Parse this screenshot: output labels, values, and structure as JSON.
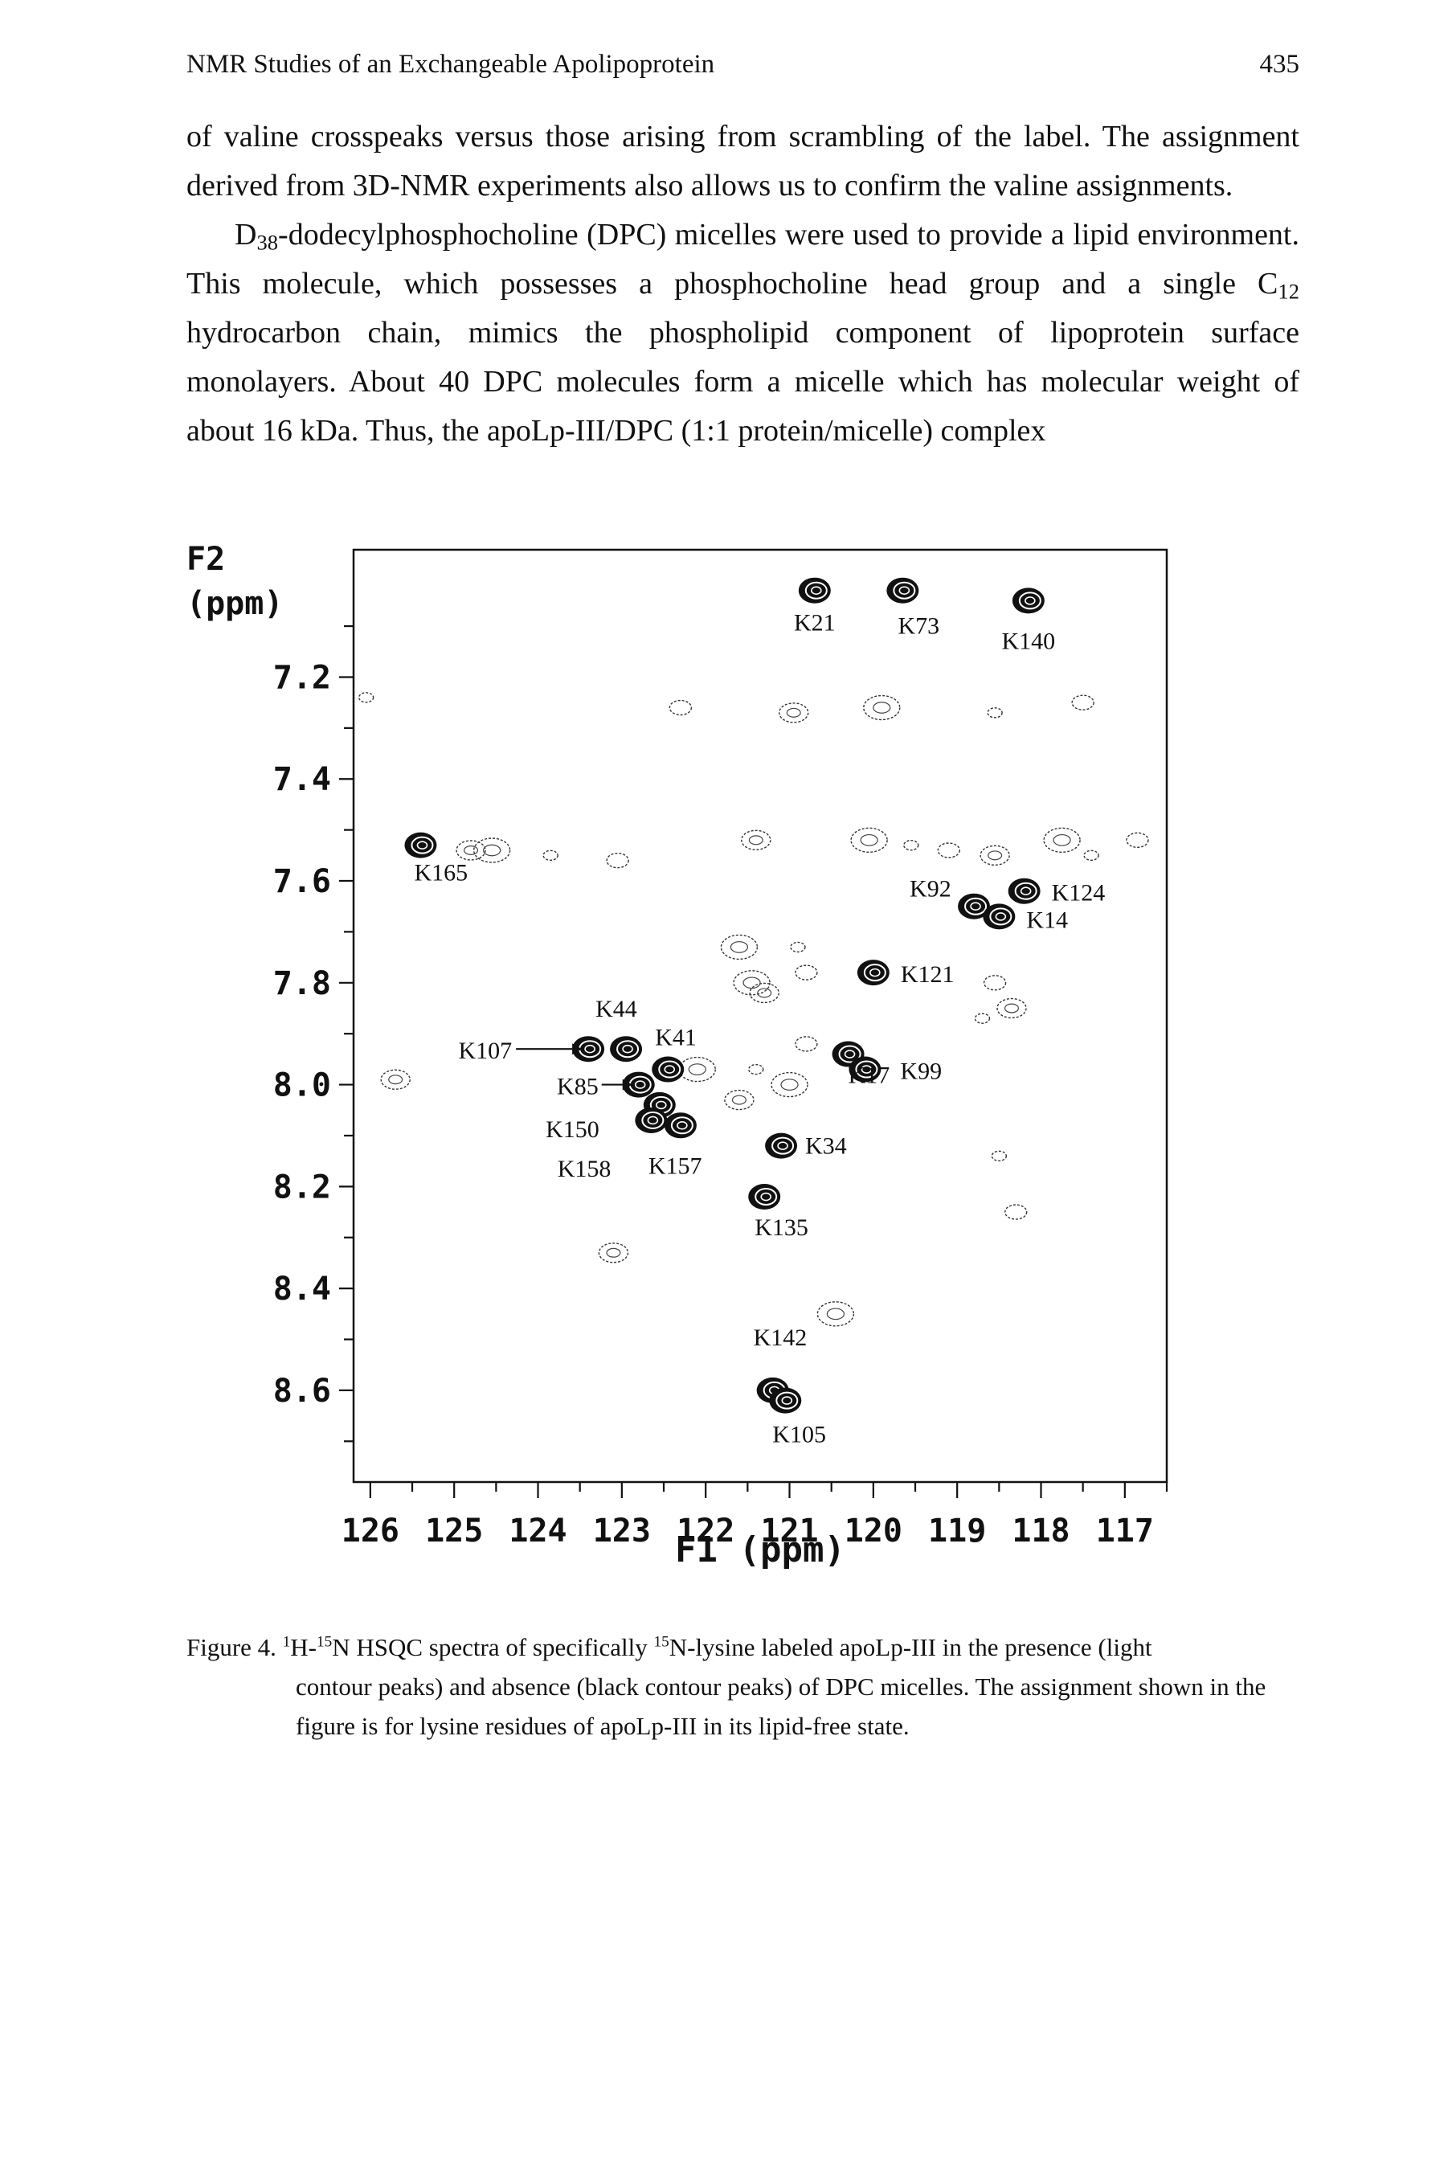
{
  "running_head": {
    "title": "NMR Studies of an Exchangeable Apolipoprotein",
    "page_number": "435"
  },
  "body": {
    "p1": "of valine crosspeaks versus those arising from scrambling of the label. The assignment derived from 3D-NMR experiments also allows us to confirm the valine assignments.",
    "p2": {
      "d_prefix": "D",
      "d_sub": "38",
      "seg1": "-dodecylphosphocholine (DPC) micelles were used to provide a lipid environment. This molecule, which possesses a phosphocholine head group and a single C",
      "c_sub": "12",
      "seg2": " hydrocarbon chain, mimics the phospholipid component of lipoprotein surface monolayers. About 40 DPC molecules form a micelle which has molecular weight of about 16 kDa. Thus, the apoLp-III/DPC (1:1 protein/micelle) complex"
    }
  },
  "chart_data": {
    "type": "scatter",
    "title": "",
    "xlabel": "F1 (ppm)",
    "ylabel_line1": "F2",
    "ylabel_line2": "(ppm)",
    "x_reversed": true,
    "y_reversed": true,
    "xlim": [
      126.2,
      116.5
    ],
    "ylim": [
      6.95,
      8.78
    ],
    "x_ticks": [
      "126",
      "125",
      "124",
      "123",
      "122",
      "121",
      "120",
      "119",
      "118",
      "117"
    ],
    "y_ticks": [
      "7.2",
      "7.4",
      "7.6",
      "7.8",
      "8.0",
      "8.2",
      "8.4",
      "8.6"
    ],
    "grid": false,
    "legend": "none",
    "series": [
      {
        "marker": "black contour",
        "points": [
          {
            "label": "K21",
            "x": 120.7,
            "y": 7.03
          },
          {
            "label": "K73",
            "x": 119.65,
            "y": 7.03
          },
          {
            "label": "K140",
            "x": 118.15,
            "y": 7.05
          },
          {
            "label": "K165",
            "x": 125.4,
            "y": 7.53
          },
          {
            "label": "K124",
            "x": 118.2,
            "y": 7.62
          },
          {
            "label": "K92",
            "x": 118.8,
            "y": 7.65
          },
          {
            "label": "K14",
            "x": 118.5,
            "y": 7.67
          },
          {
            "label": "K121",
            "x": 120.0,
            "y": 7.78
          },
          {
            "label": "K44",
            "x": 122.95,
            "y": 7.93
          },
          {
            "label": "K107",
            "x": 123.4,
            "y": 7.93
          },
          {
            "label": "K41",
            "x": 122.45,
            "y": 7.97
          },
          {
            "label": "K17",
            "x": 120.3,
            "y": 7.94
          },
          {
            "label": "K99",
            "x": 120.1,
            "y": 7.97
          },
          {
            "label": "K85",
            "x": 122.8,
            "y": 8.0
          },
          {
            "label": "K150",
            "x": 122.55,
            "y": 8.04
          },
          {
            "label": "K158",
            "x": 122.65,
            "y": 8.07
          },
          {
            "label": "K157",
            "x": 122.3,
            "y": 8.08
          },
          {
            "label": "K34",
            "x": 121.1,
            "y": 8.12
          },
          {
            "label": "K135",
            "x": 121.3,
            "y": 8.22
          },
          {
            "label": "K142",
            "x": 121.2,
            "y": 8.6
          },
          {
            "label": "K105",
            "x": 121.05,
            "y": 8.62
          }
        ]
      },
      {
        "marker": "light contour",
        "points": [
          {
            "x": 126.05,
            "y": 7.24
          },
          {
            "x": 122.3,
            "y": 7.26
          },
          {
            "x": 120.95,
            "y": 7.27
          },
          {
            "x": 119.9,
            "y": 7.26
          },
          {
            "x": 118.55,
            "y": 7.27
          },
          {
            "x": 117.5,
            "y": 7.25
          },
          {
            "x": 124.8,
            "y": 7.54
          },
          {
            "x": 124.55,
            "y": 7.54
          },
          {
            "x": 123.85,
            "y": 7.55
          },
          {
            "x": 123.05,
            "y": 7.56
          },
          {
            "x": 121.4,
            "y": 7.52
          },
          {
            "x": 120.05,
            "y": 7.52
          },
          {
            "x": 119.55,
            "y": 7.53
          },
          {
            "x": 119.1,
            "y": 7.54
          },
          {
            "x": 118.55,
            "y": 7.55
          },
          {
            "x": 117.75,
            "y": 7.52
          },
          {
            "x": 117.4,
            "y": 7.55
          },
          {
            "x": 116.85,
            "y": 7.52
          },
          {
            "x": 125.7,
            "y": 7.99
          },
          {
            "x": 121.6,
            "y": 7.73
          },
          {
            "x": 120.9,
            "y": 7.73
          },
          {
            "x": 120.8,
            "y": 7.78
          },
          {
            "x": 121.3,
            "y": 7.82
          },
          {
            "x": 121.45,
            "y": 7.8
          },
          {
            "x": 118.7,
            "y": 7.87
          },
          {
            "x": 118.55,
            "y": 7.8
          },
          {
            "x": 118.35,
            "y": 7.85
          },
          {
            "x": 122.1,
            "y": 7.97
          },
          {
            "x": 121.4,
            "y": 7.97
          },
          {
            "x": 120.8,
            "y": 7.92
          },
          {
            "x": 121.6,
            "y": 8.03
          },
          {
            "x": 121.0,
            "y": 8.0
          },
          {
            "x": 118.5,
            "y": 8.14
          },
          {
            "x": 118.3,
            "y": 8.25
          },
          {
            "x": 123.1,
            "y": 8.33
          },
          {
            "x": 120.45,
            "y": 8.45
          }
        ]
      }
    ]
  },
  "caption": {
    "label": "Figure 4.",
    "sup1": "1",
    "h": "H-",
    "sup2": "15",
    "seg1": "N HSQC spectra of specifically ",
    "sup3": "15",
    "seg2": "N-lysine labeled apoLp-III in the presence (light",
    "seg3": "contour peaks) and absence (black contour peaks) of DPC micelles. The assignment shown in the figure is for lysine residues of apoLp-III in its lipid-free state."
  }
}
